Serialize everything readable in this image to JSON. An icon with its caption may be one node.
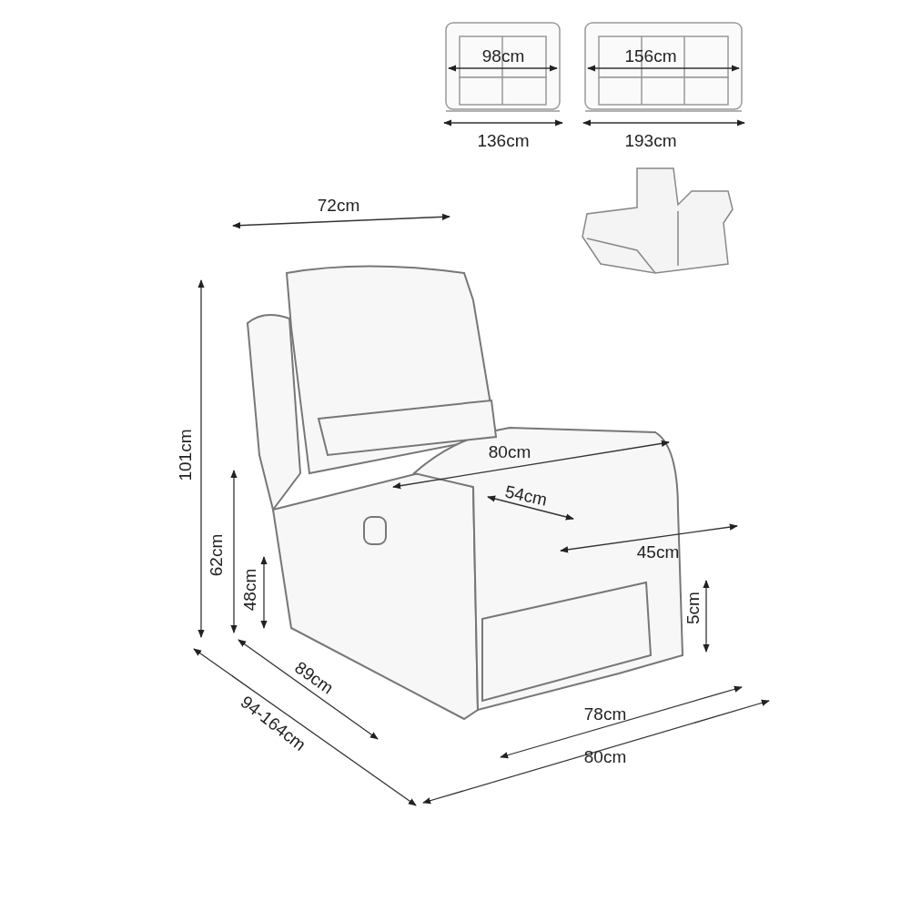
{
  "diagram": {
    "labels": [
      "98cm",
      "156cm",
      "136cm",
      "193cm",
      "72cm",
      "101cm",
      "80cm",
      "54cm",
      "62cm",
      "45cm",
      "48cm",
      "5cm",
      "89cm",
      "78cm",
      "94-164cm",
      "80cm"
    ]
  }
}
